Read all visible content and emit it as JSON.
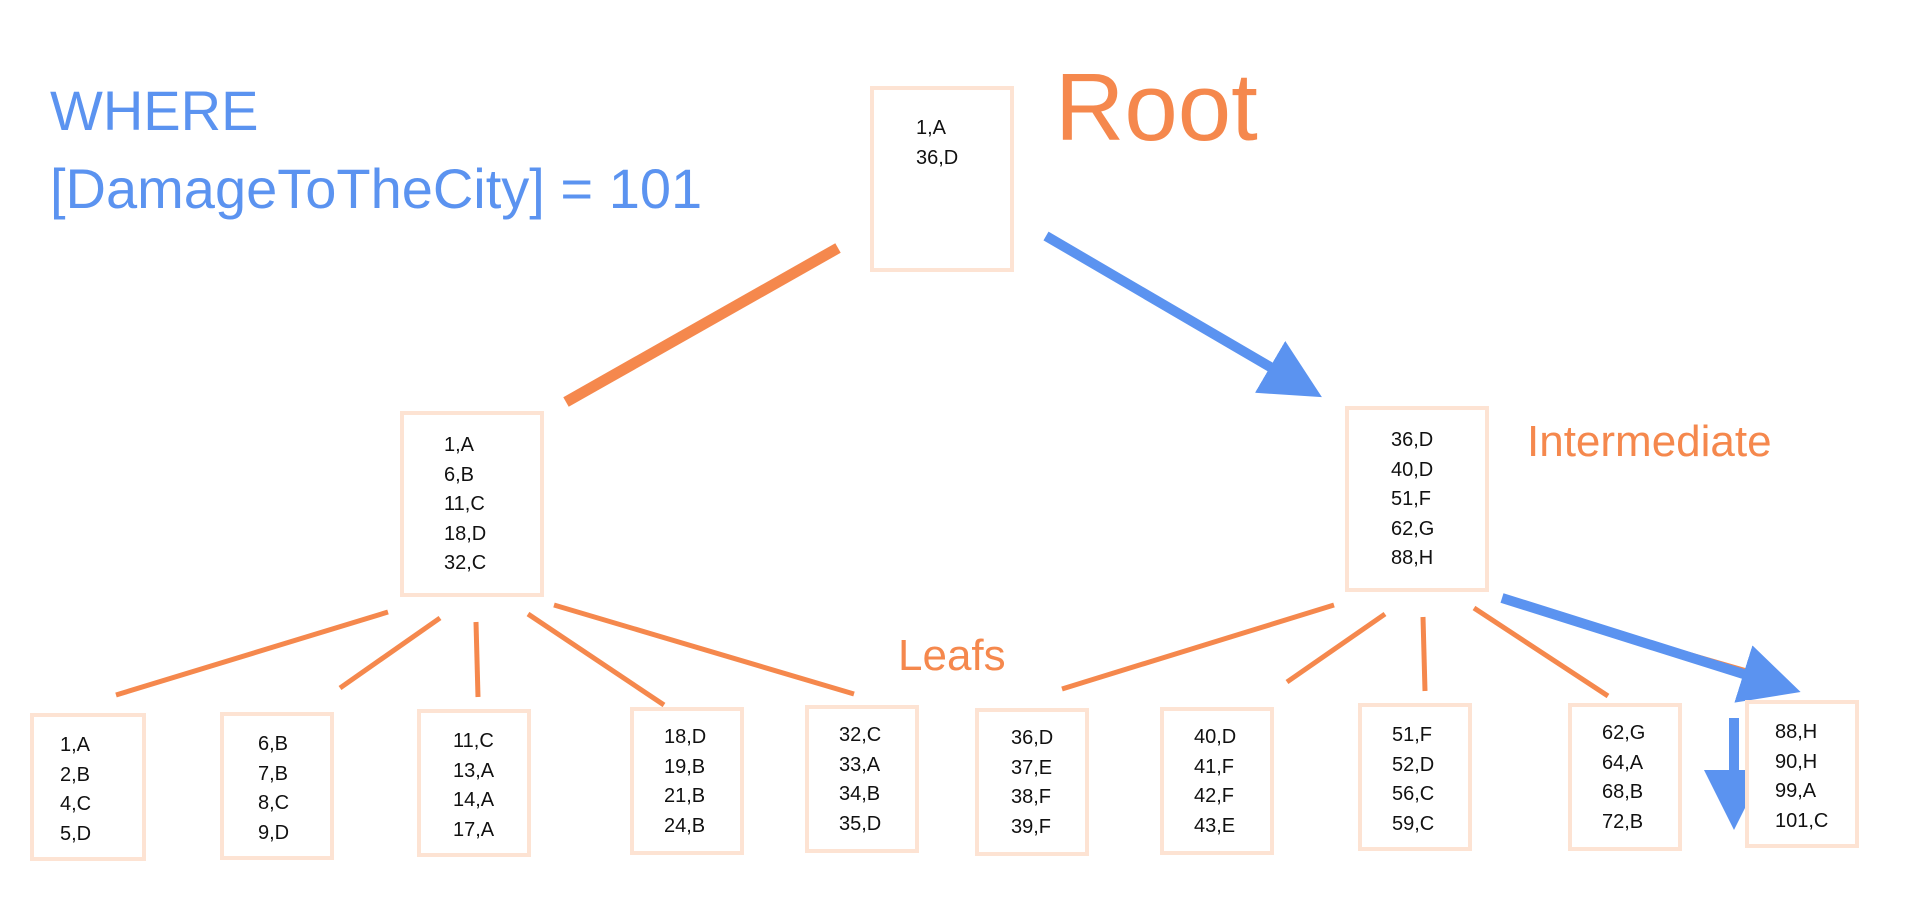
{
  "query": {
    "line1": "WHERE",
    "line2": "[DamageToTheCity] = 101"
  },
  "labels": {
    "root": "Root",
    "intermediate": "Intermediate",
    "leafs": "Leafs"
  },
  "colors": {
    "accent_orange": "#f5884d",
    "search_path_blue": "#5b93f0",
    "node_border": "#fde3d3"
  },
  "tree": {
    "root": [
      "1,A",
      "36,D"
    ],
    "intermediate": [
      [
        "1,A",
        "6,B",
        "11,C",
        "18,D",
        "32,C"
      ],
      [
        "36,D",
        "40,D",
        "51,F",
        "62,G",
        "88,H"
      ]
    ],
    "leaves": [
      [
        "1,A",
        "2,B",
        "4,C",
        "5,D"
      ],
      [
        "6,B",
        "7,B",
        "8,C",
        "9,D"
      ],
      [
        "11,C",
        "13,A",
        "14,A",
        "17,A"
      ],
      [
        "18,D",
        "19,B",
        "21,B",
        "24,B"
      ],
      [
        "32,C",
        "33,A",
        "34,B",
        "35,D"
      ],
      [
        "36,D",
        "37,E",
        "38,F",
        "39,F"
      ],
      [
        "40,D",
        "41,F",
        "42,F",
        "43,E"
      ],
      [
        "51,F",
        "52,D",
        "56,C",
        "59,C"
      ],
      [
        "62,G",
        "64,A",
        "68,B",
        "72,B"
      ],
      [
        "88,H",
        "90,H",
        "99,A",
        "101,C"
      ]
    ]
  }
}
